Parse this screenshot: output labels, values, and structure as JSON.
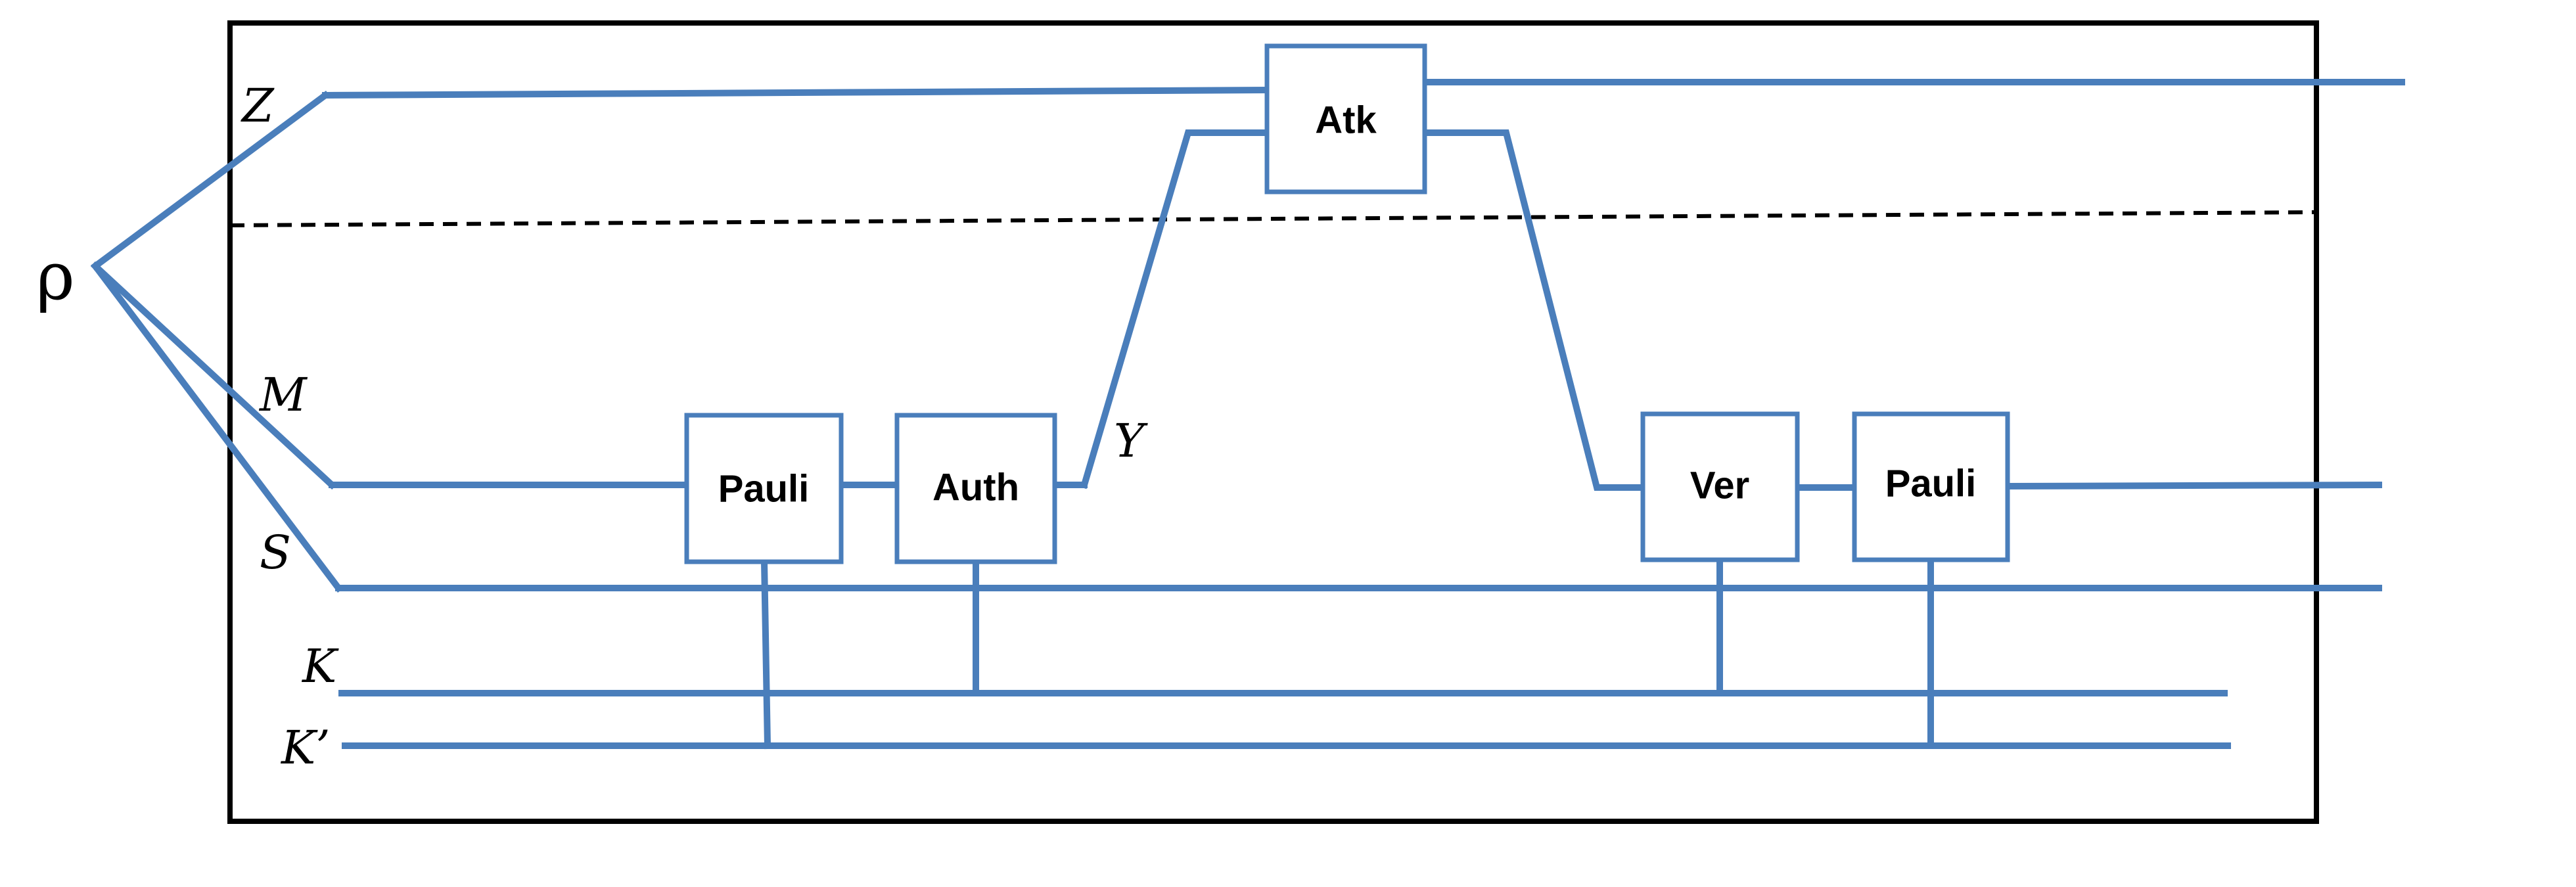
{
  "diagram": {
    "state_label": "ρ",
    "registers": {
      "z": "Z",
      "m": "M",
      "s": "S",
      "k": "K",
      "k_prime": "K’",
      "y": "Y"
    },
    "gates": {
      "pauli_1": "Pauli",
      "auth": "Auth",
      "atk": "Atk",
      "ver": "Ver",
      "pauli_2": "Pauli"
    },
    "colors": {
      "wire": "#4a7ebb",
      "frame": "#000000",
      "text": "#000000"
    }
  }
}
